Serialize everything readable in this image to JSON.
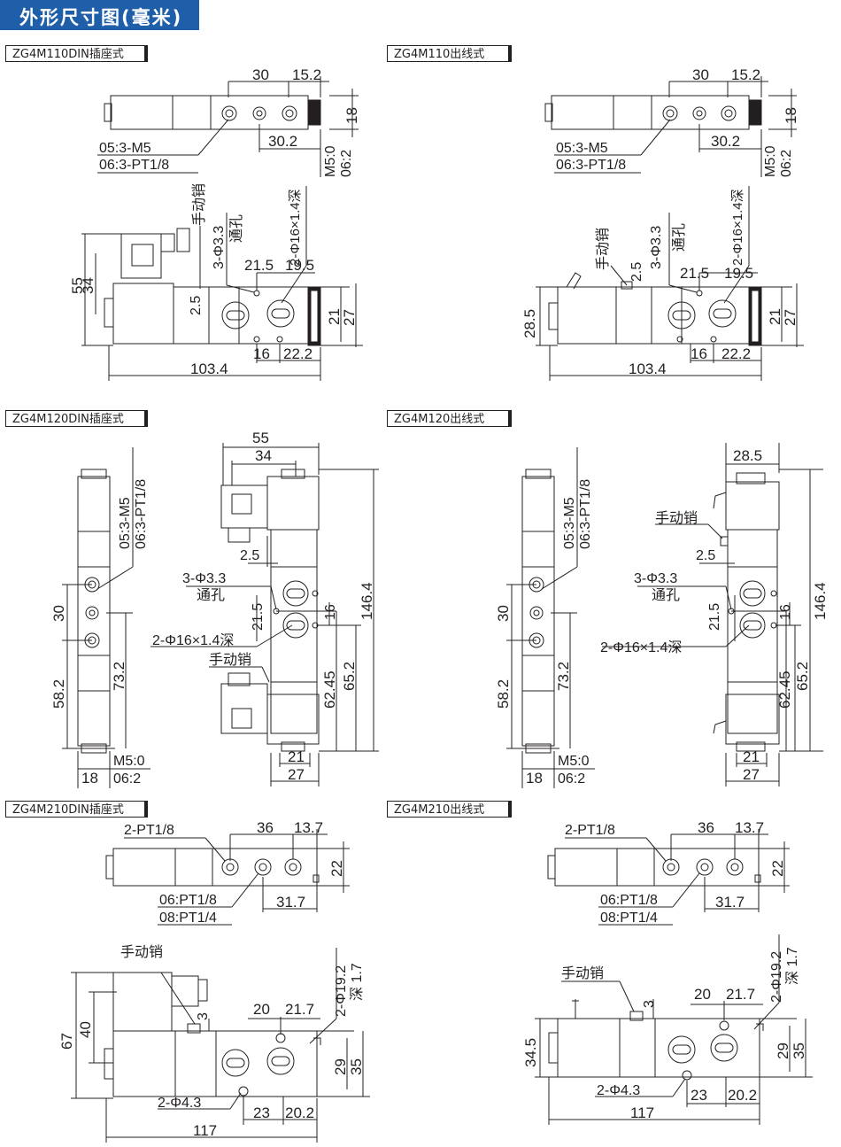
{
  "header": {
    "title": "外形尺寸图(毫米)"
  },
  "models": [
    {
      "label": "ZG4M110DIN插座式"
    },
    {
      "label": "ZG4M110出线式"
    },
    {
      "label": "ZG4M120DIN插座式"
    },
    {
      "label": "ZG4M120出线式"
    },
    {
      "label": "ZG4M210DIN插座式"
    },
    {
      "label": "ZG4M210出线式"
    }
  ],
  "dims": {
    "d30": "30",
    "d15_2": "15.2",
    "d18": "18",
    "d30_2": "30.2",
    "m5_06": "M5:0",
    "m5_06b": "06:2",
    "port_05": "05:3-M5",
    "port_06": "06:3-PT1/8",
    "d55": "55",
    "d34": "34",
    "d28_5": "28.5",
    "d2_5": "2.5",
    "d21_5": "21.5",
    "d19_5": "19.5",
    "d21": "21",
    "d27": "27",
    "d16": "16",
    "d22_2": "22.2",
    "d103_4": "103.4",
    "hole3": "3-Φ3.3",
    "through": "通孔",
    "manual": "手动销",
    "bore2": "2-Φ16×1.4深",
    "port_05v": "05:3-M5",
    "port_06v": "06:3-PT1/8",
    "d58_2": "58.2",
    "d73_2": "73.2",
    "d146_4": "146.4",
    "d62_45": "62.45",
    "d65_2": "65.2",
    "m5_0": "M5:0",
    "s06_2": "06:2",
    "pt2": "2-PT1/8",
    "d36": "36",
    "d13_7": "13.7",
    "d22": "22",
    "p06": "06:PT1/8",
    "p08": "08:PT1/4",
    "d31_7": "31.7",
    "d67": "67",
    "d40": "40",
    "d3": "3",
    "d20": "20",
    "d21_7": "21.7",
    "bore19": "2-Φ19.2",
    "deep17": "深 1.7",
    "d29": "29",
    "d35": "35",
    "hole4": "2-Φ4.3",
    "d23": "23",
    "d20_2": "20.2",
    "d117": "117",
    "d34_5": "34.5"
  }
}
